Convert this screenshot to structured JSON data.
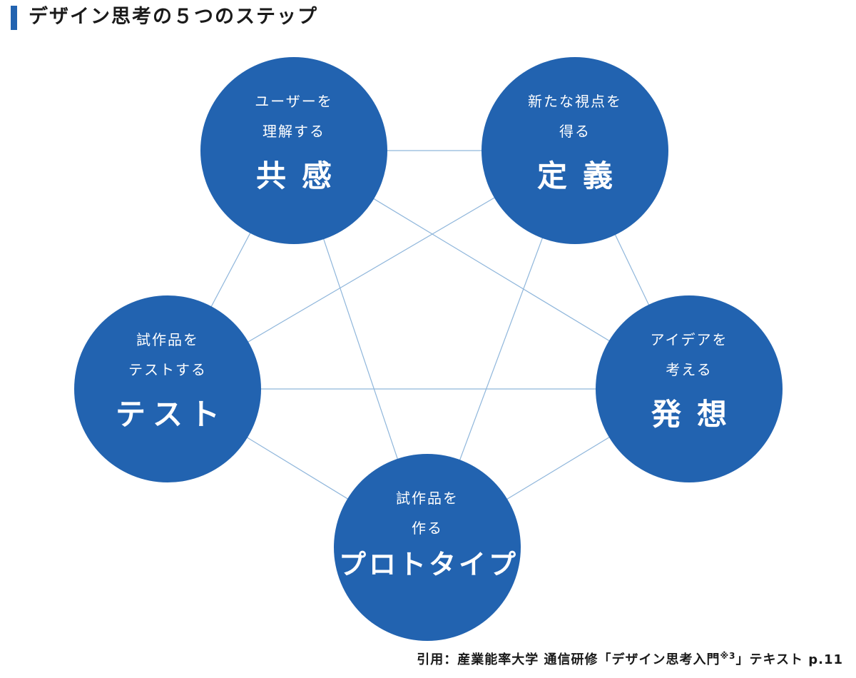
{
  "header": {
    "title": "デザイン思考の５つのステップ"
  },
  "steps": [
    {
      "id": "empathize",
      "line1": "ユーザーを",
      "line2": "理解する",
      "label": "共感"
    },
    {
      "id": "define",
      "line1": "新たな視点を",
      "line2": "得る",
      "label": "定義"
    },
    {
      "id": "ideate",
      "line1": "アイデアを",
      "line2": "考える",
      "label": "発想"
    },
    {
      "id": "prototype",
      "line1": "試作品を",
      "line2": "作る",
      "label": "プロトタイプ"
    },
    {
      "id": "test",
      "line1": "試作品を",
      "line2": "テストする",
      "label": "テスト"
    }
  ],
  "citation": {
    "text": "引用：産業能率大学 通信研修「デザイン思考入門",
    "mark": "※3",
    "tail": "」テキスト p.11"
  },
  "colors": {
    "accent": "#2263b0",
    "connector": "#8fb6db"
  }
}
